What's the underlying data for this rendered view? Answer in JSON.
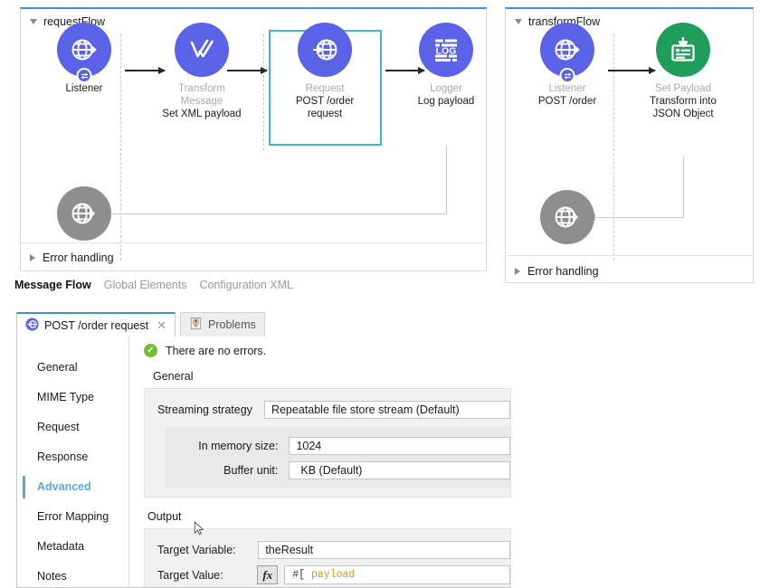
{
  "canvas": {
    "flows": [
      {
        "name": "requestFlow",
        "error_handling": "Error handling",
        "nodes": [
          {
            "type": "Listener",
            "name": "",
            "icon": "http-listener-icon",
            "color": "#5a62e8",
            "state": "normal"
          },
          {
            "type": "Transform Message",
            "name": "Set XML payload",
            "icon": "transform-icon",
            "color": "#5a62e8",
            "state": "normal"
          },
          {
            "type": "Request",
            "name": "POST /order request",
            "icon": "http-request-icon",
            "color": "#5a62e8",
            "state": "selected"
          },
          {
            "type": "Logger",
            "name": "Log payload",
            "icon": "logger-icon",
            "color": "#5a62e8",
            "state": "normal"
          },
          {
            "type": "",
            "name": "",
            "icon": "http-response-icon",
            "color": "#8e8e8e",
            "state": "disabled"
          }
        ]
      },
      {
        "name": "transformFlow",
        "error_handling": "Error handling",
        "nodes": [
          {
            "type": "Listener",
            "name": "POST /order",
            "icon": "http-listener-icon",
            "color": "#5a62e8",
            "state": "normal"
          },
          {
            "type": "Set Payload",
            "name": "Transform into JSON Object",
            "icon": "set-payload-icon",
            "color": "#1f9d5a",
            "state": "normal"
          },
          {
            "type": "",
            "name": "",
            "icon": "http-response-icon",
            "color": "#8e8e8e",
            "state": "disabled"
          }
        ]
      }
    ],
    "view_tabs": [
      {
        "label": "Message Flow",
        "active": true
      },
      {
        "label": "Global Elements",
        "active": false
      },
      {
        "label": "Configuration XML",
        "active": false
      }
    ]
  },
  "editor": {
    "tabs": [
      {
        "label": "POST /order request",
        "icon": "http-request-icon",
        "active": true,
        "closeable": true
      },
      {
        "label": "Problems",
        "icon": "problems-icon",
        "active": false,
        "closeable": false
      }
    ],
    "close_glyph": "✕",
    "sidebar": [
      {
        "label": "General",
        "active": false
      },
      {
        "label": "MIME Type",
        "active": false
      },
      {
        "label": "Request",
        "active": false
      },
      {
        "label": "Response",
        "active": false
      },
      {
        "label": "Advanced",
        "active": true
      },
      {
        "label": "Error Mapping",
        "active": false
      },
      {
        "label": "Metadata",
        "active": false
      },
      {
        "label": "Notes",
        "active": false
      }
    ],
    "status": {
      "text": "There are no errors.",
      "icon": "check-circle-icon",
      "color": "#6fbf2f"
    },
    "general": {
      "group_label": "General",
      "streaming_strategy": {
        "label": "Streaming strategy",
        "value": "Repeatable file store stream (Default)"
      },
      "in_memory_size": {
        "label": "In memory size:",
        "value": "1024"
      },
      "buffer_unit": {
        "label": "Buffer unit:",
        "value": "KB (Default)"
      }
    },
    "output": {
      "group_label": "Output",
      "target_variable": {
        "label": "Target Variable:",
        "value": "theResult"
      },
      "target_value": {
        "label": "Target Value:",
        "fx_label": "fx",
        "prefix": "#[",
        "expression": "payload"
      }
    }
  }
}
